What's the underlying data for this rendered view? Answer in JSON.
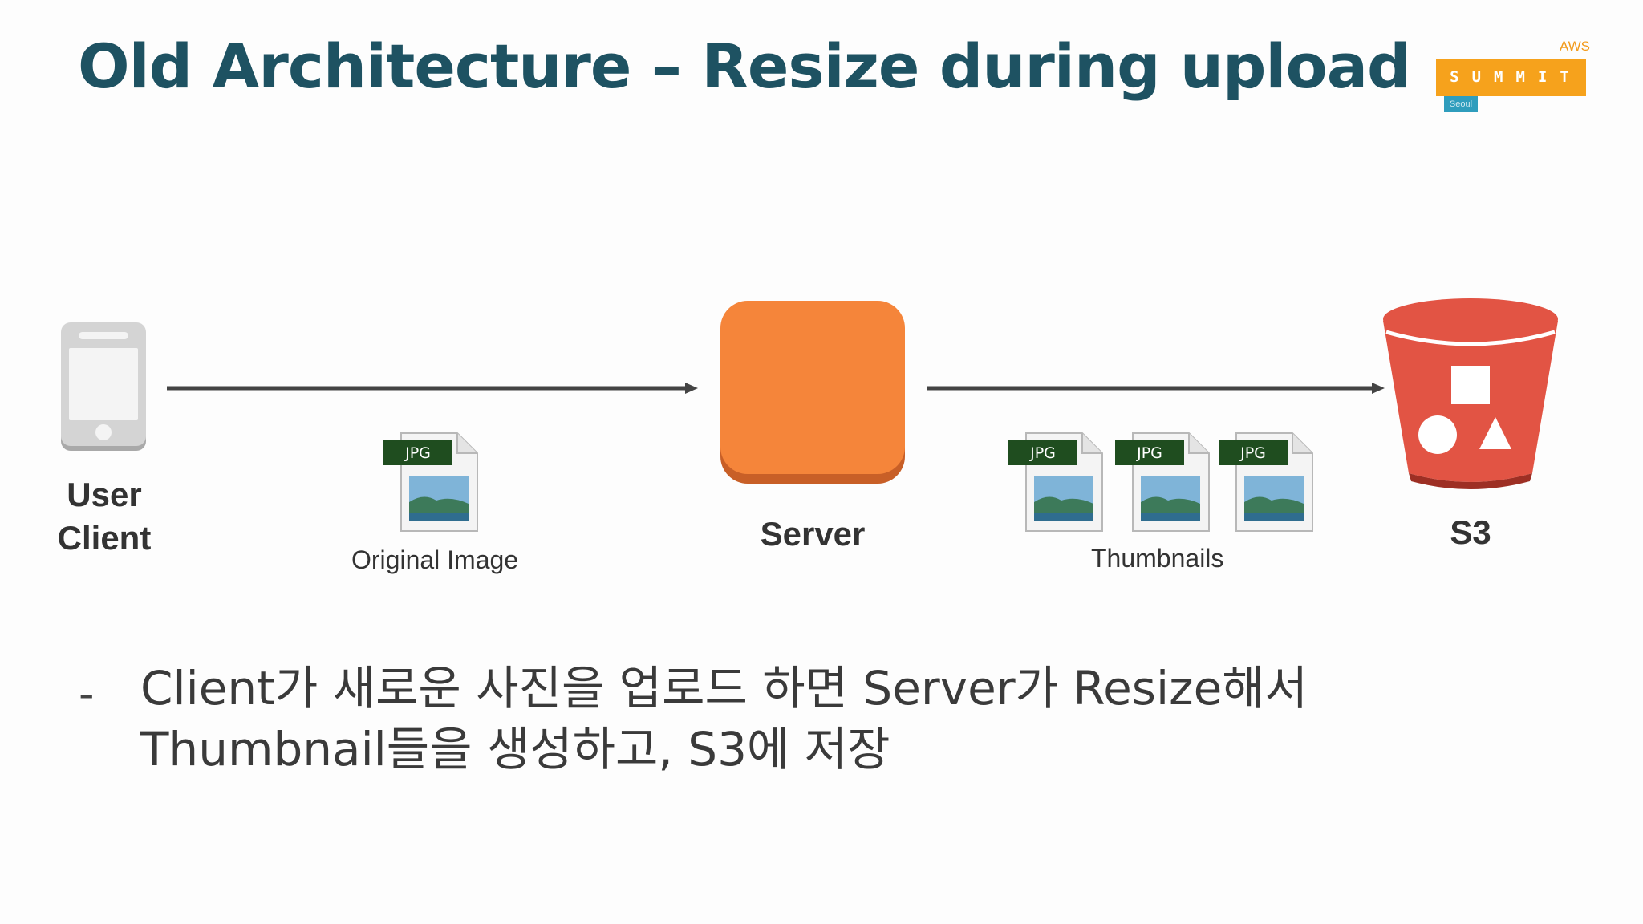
{
  "slide": {
    "title": "Old Architecture – Resize during upload"
  },
  "logo": {
    "brand_small": "AWS",
    "brand_main": "SUMMIT",
    "event_tag": "Seoul",
    "accent": "#f6a21c"
  },
  "diagram": {
    "nodes": {
      "client": {
        "label_line1": "User",
        "label_line2": "Client",
        "icon": "mobile-phone-icon"
      },
      "server": {
        "label": "Server",
        "color": "#f5853a"
      },
      "s3": {
        "label": "S3",
        "icon": "s3-bucket-icon",
        "color": "#e25444"
      }
    },
    "edges": {
      "client_to_server": {
        "caption": "Original Image",
        "file_type": "JPG",
        "file_count": 1
      },
      "server_to_s3": {
        "caption": "Thumbnails",
        "file_type": "JPG",
        "file_count": 3
      }
    }
  },
  "body": {
    "bullet_marker": "-",
    "bullet_line1": "Client가 새로운 사진을 업로드 하면 Server가 Resize해서",
    "bullet_line2": "Thumbnail들을 생성하고, S3에 저장"
  }
}
